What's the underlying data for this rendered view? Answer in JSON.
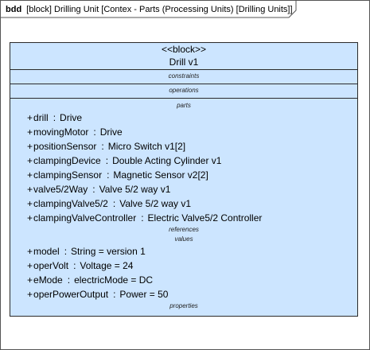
{
  "frame": {
    "kind": "bdd",
    "title": "[block] Drilling Unit [Contex - Parts (Processing Units) [Drilling Units]]"
  },
  "block": {
    "stereotype": "<<block>>",
    "name": "Drill v1",
    "compartments": {
      "constraints": "constraints",
      "operations": "operations",
      "parts_title": "parts",
      "parts": [
        {
          "vis": "+",
          "name": "drill",
          "type": "Drive"
        },
        {
          "vis": "+",
          "name": "movingMotor",
          "type": "Drive"
        },
        {
          "vis": "+",
          "name": "positionSensor",
          "type": "Micro Switch v1[2]"
        },
        {
          "vis": "+",
          "name": "clampingDevice",
          "type": "Double Acting Cylinder v1"
        },
        {
          "vis": "+",
          "name": "clampingSensor",
          "type": "Magnetic Sensor v2[2]"
        },
        {
          "vis": "+",
          "name": "valve5/2Way",
          "type": "Valve 5/2 way v1"
        },
        {
          "vis": "+",
          "name": "clampingValve5/2",
          "type": "Valve 5/2 way v1"
        },
        {
          "vis": "+",
          "name": "clampingValveController",
          "type": "Electric Valve5/2 Controller"
        }
      ],
      "references_title": "references",
      "values_title": "values",
      "values": [
        {
          "vis": "+",
          "name": "model",
          "type": "String = version 1"
        },
        {
          "vis": "+",
          "name": "operVolt",
          "type": "Voltage = 24"
        },
        {
          "vis": "+",
          "name": "eMode",
          "type": "electricMode = DC"
        },
        {
          "vis": "+",
          "name": "operPowerOutput",
          "type": "Power = 50"
        }
      ],
      "properties_title": "properties"
    }
  },
  "colors": {
    "block_fill": "#cce5ff",
    "border": "#2a2a2a"
  }
}
